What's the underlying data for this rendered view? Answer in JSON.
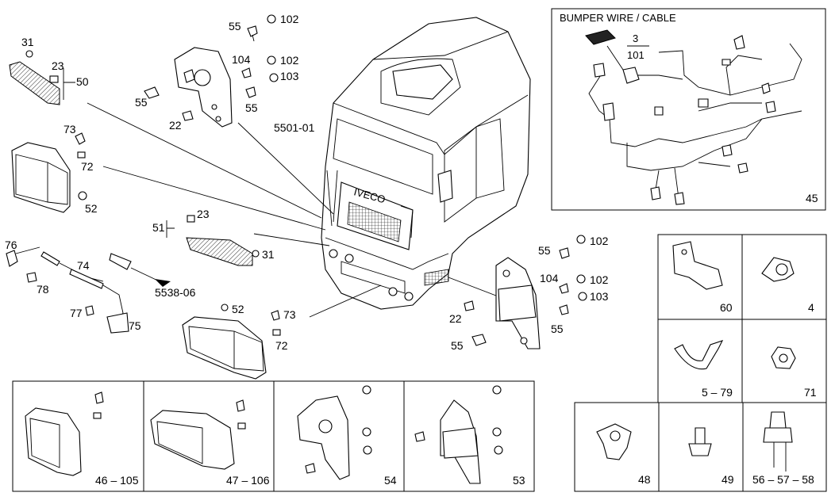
{
  "labels": {
    "l31a": "31",
    "l23a": "23",
    "l50": "50",
    "l55a": "55",
    "l102a": "102",
    "l104a": "104",
    "l102b": "102",
    "l103a": "103",
    "l55b": "55",
    "l55c": "55",
    "l22a": "22",
    "l5501": "5501-01",
    "l73a": "73",
    "l72a": "72",
    "l52a": "52",
    "l51": "51",
    "l23b": "23",
    "l31b": "31",
    "l76": "76",
    "l74": "74",
    "l78": "78",
    "l5538": "5538-06",
    "l77": "77",
    "l75": "75",
    "l52b": "52",
    "l73b": "73",
    "l72b": "72",
    "l55d": "55",
    "l102c": "102",
    "l104b": "104",
    "l102d": "102",
    "l103b": "103",
    "l22b": "22",
    "l55e": "55",
    "l55f": "55"
  },
  "bumper_panel": {
    "title": "BUMPER WIRE / CABLE",
    "num_top": "3",
    "num_bottom": "101",
    "ref": "45"
  },
  "small_parts": {
    "p60": "60",
    "p4": "4",
    "p579": "5 – 79",
    "p71": "71",
    "p48": "48",
    "p49": "49",
    "p565758": "56 – 57 – 58"
  },
  "bottom_panels": {
    "b46": "46 – 105",
    "b47": "47 – 106",
    "b54": "54",
    "b53": "53"
  }
}
